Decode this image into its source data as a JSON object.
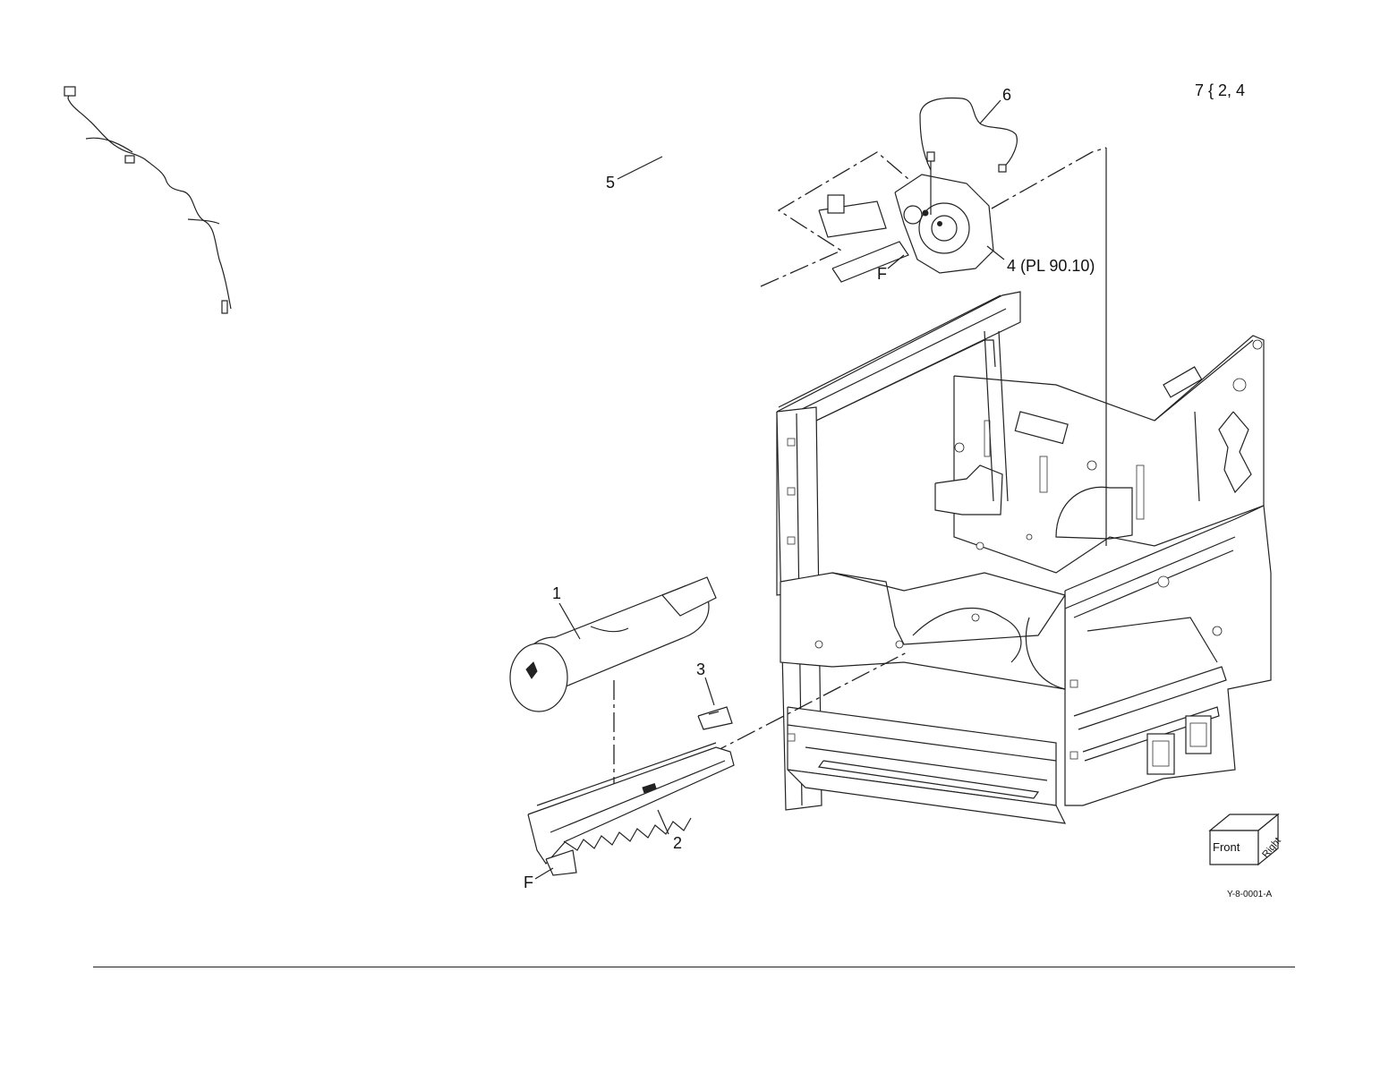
{
  "callouts": {
    "item_1": "1",
    "item_2": "2",
    "item_3": "3",
    "item_4": "4",
    "item_4_ref": "(PL 90.10)",
    "item_5": "5",
    "item_6": "6",
    "item_f_top": "F",
    "item_f_bottom": "F"
  },
  "header_note": "7 { 2, 4",
  "orientation_cube": {
    "front": "Front",
    "right": "Right"
  },
  "figure_id": "Y-8-0001-A"
}
